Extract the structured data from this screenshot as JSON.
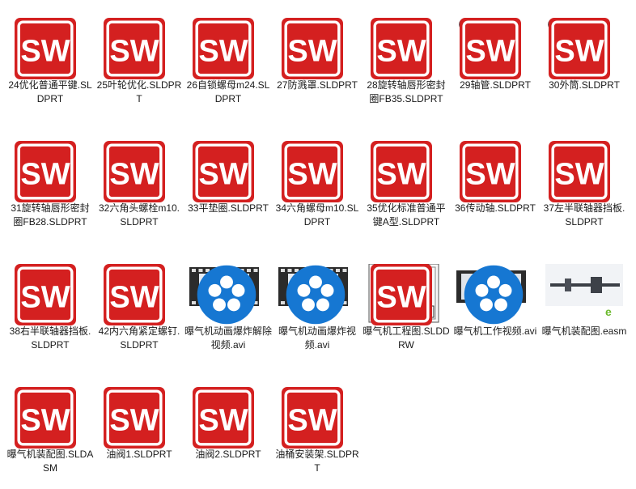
{
  "icons": {
    "solidworks_badge": "solidworks-badge-icon",
    "video_badge": "video-player-badge-icon",
    "edrawings_badge": "edrawings-badge-icon"
  },
  "colors": {
    "sw_red": "#d42020",
    "part_gray": "#5f6470",
    "video_blue": "#1677d2"
  },
  "files": [
    {
      "name": "24优化普通平键.SLDPRT",
      "thumb": "rod"
    },
    {
      "name": "25叶轮优化.SLDPRT",
      "thumb": "impeller"
    },
    {
      "name": "26自锁螺母m24.SLDPRT",
      "thumb": "nut"
    },
    {
      "name": "27防溅罩.SLDPRT",
      "thumb": "washer-dark"
    },
    {
      "name": "28旋转轴唇形密封圈FB35.SLDPRT",
      "thumb": "ring"
    },
    {
      "name": "29轴管.SLDPRT",
      "thumb": "tube"
    },
    {
      "name": "30外筒.SLDPRT",
      "thumb": "tube"
    },
    {
      "name": "31旋转轴唇形密封圈FB28.SLDPRT",
      "thumb": "ring"
    },
    {
      "name": "32六角头螺栓m10.SLDPRT",
      "thumb": "bolt"
    },
    {
      "name": "33平垫圈.SLDPRT",
      "thumb": "ring"
    },
    {
      "name": "34六角螺母m10.SLDPRT",
      "thumb": "nut"
    },
    {
      "name": "35优化标准普通平键A型.SLDPRT",
      "thumb": "key"
    },
    {
      "name": "36传动轴.SLDPRT",
      "thumb": "shaft"
    },
    {
      "name": "37左半联轴器挡板.SLDPRT",
      "thumb": "disc"
    },
    {
      "name": "38右半联轴器挡板.SLDPRT",
      "thumb": "disc"
    },
    {
      "name": "42内六角紧定螺钉.SLDPRT",
      "thumb": "screw"
    },
    {
      "name": "曝气机动画爆炸解除视频.avi",
      "thumb": "video"
    },
    {
      "name": "曝气机动画爆炸视频.avi",
      "thumb": "video"
    },
    {
      "name": "曝气机工程图.SLDDRW",
      "thumb": "drawing"
    },
    {
      "name": "曝气机工作视频.avi",
      "thumb": "video2"
    },
    {
      "name": "曝气机装配图.easm",
      "thumb": "easm"
    },
    {
      "name": "曝气机装配图.SLDASM",
      "thumb": "assembly"
    },
    {
      "name": "油阀1.SLDPRT",
      "thumb": "valve"
    },
    {
      "name": "油阀2.SLDPRT",
      "thumb": "valve2"
    },
    {
      "name": "油桶安装架.SLDPRT",
      "thumb": "cup"
    }
  ]
}
